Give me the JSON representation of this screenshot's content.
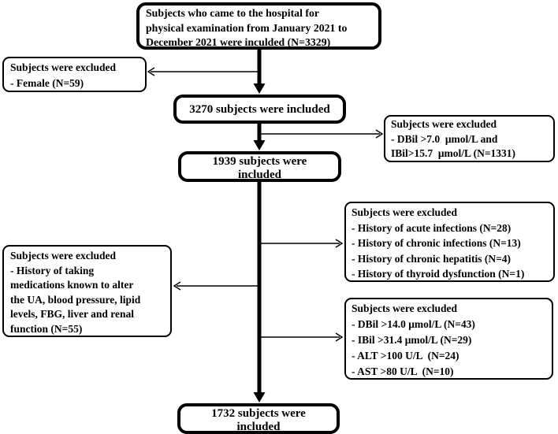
{
  "diagram": {
    "kind": "study-subject-flowchart",
    "background_color": "#ffffff",
    "line_color": "#000000",
    "boxes": {
      "top": {
        "lines": [
          "Subjects who came to the hospital for",
          "physical examination from January 2021 to",
          "December 2021 were inculded (N=3329)"
        ]
      },
      "excluded_female": {
        "lines": [
          "Subjects were excluded",
          "- Female (N=59)"
        ]
      },
      "included_3270": {
        "lines": [
          "3270 subjects were included"
        ]
      },
      "excluded_bilirubin_screen": {
        "lines": [
          "Subjects were excluded",
          "- DBil >7.0  μmol/L and",
          "IBil>15.7  μmol/L (N=1331)"
        ]
      },
      "included_1939": {
        "lines": [
          "1939 subjects were",
          "included"
        ]
      },
      "excluded_history": {
        "lines": [
          "Subjects were excluded",
          "- History of acute infections (N=28)",
          "- History of chronic infections (N=13)",
          "- History of chronic hepatitis (N=4)",
          "- History of thyroid dysfunction (N=1)"
        ]
      },
      "excluded_medications": {
        "lines": [
          "Subjects were excluded",
          "- History of taking",
          "medications known to alter",
          "the UA, blood pressure, lipid",
          "levels, FBG, liver and renal",
          "function (N=55)"
        ]
      },
      "excluded_labs": {
        "lines": [
          "Subjects were excluded",
          "- DBil >14.0 μmol/L (N=43)",
          "- IBil >31.4 μmol/L (N=29)",
          "- ALT >100 U/L  (N=24)",
          "- AST >80 U/L  (N=10)"
        ]
      },
      "included_1732": {
        "lines": [
          "1732 subjects were",
          "included"
        ]
      }
    }
  }
}
